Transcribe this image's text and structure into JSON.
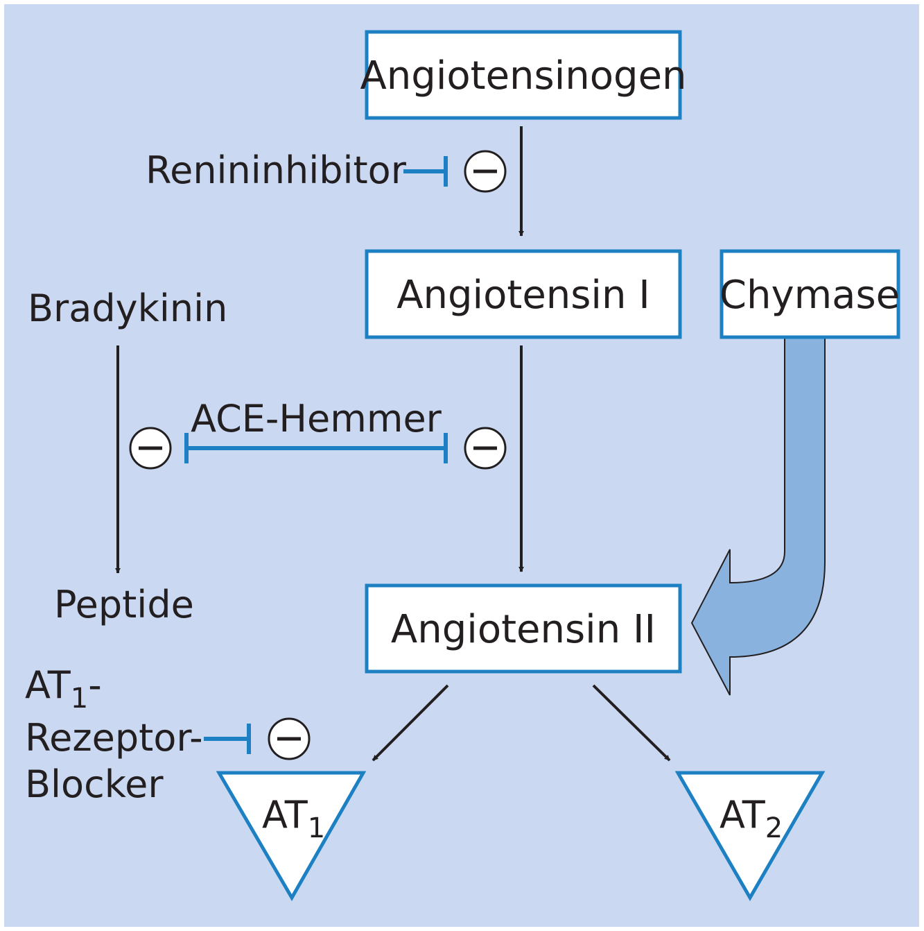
{
  "colors": {
    "background": "#cad9f1",
    "box_border": "#1d80c3",
    "inhibitor_line": "#1d80c3",
    "chymase_arrow": "#8ab2df",
    "text": "#231f20"
  },
  "nodes": {
    "angiotensinogen": "Angiotensinogen",
    "angiotensin_i": "Angiotensin I",
    "angiotensin_ii": "Angiotensin II",
    "chymase": "Chymase",
    "bradykinin": "Bradykinin",
    "peptide": "Peptide",
    "at1_base": "AT",
    "at1_sub": "1",
    "at2_base": "AT",
    "at2_sub": "2"
  },
  "inhibitors": {
    "renin": "Renininhibitor",
    "ace": "ACE-Hemmer",
    "arb_line1_base": "AT",
    "arb_line1_sub": "1",
    "arb_line1_suffix": "-",
    "arb_line2": "Rezeptor-",
    "arb_line3": "Blocker"
  },
  "symbols": {
    "minus": "minus-sign"
  }
}
